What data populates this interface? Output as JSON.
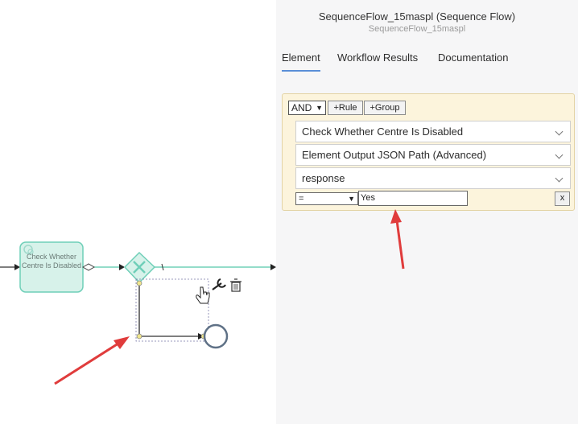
{
  "diagram": {
    "task_label": "Check Whether Centre Is Disabled",
    "colors": {
      "task_fill": "#d7f2ea",
      "task_stroke": "#6fcfb8",
      "flow": "#55c6a9",
      "arrow": "#e03c3c"
    }
  },
  "panel": {
    "title": "SequenceFlow_15maspl (Sequence Flow)",
    "subtitle": "SequenceFlow_15maspl",
    "tabs": [
      {
        "label": "Element",
        "active": true
      },
      {
        "label": "Workflow Results",
        "active": false
      },
      {
        "label": "Documentation",
        "active": false
      }
    ],
    "rule": {
      "combinator": "AND",
      "add_rule_label": "+Rule",
      "add_group_label": "+Group",
      "field1": "Check Whether Centre Is Disabled",
      "field2": "Element Output JSON Path (Advanced)",
      "field3": "response",
      "operator": "=",
      "value": "Yes",
      "remove_label": "x"
    }
  }
}
